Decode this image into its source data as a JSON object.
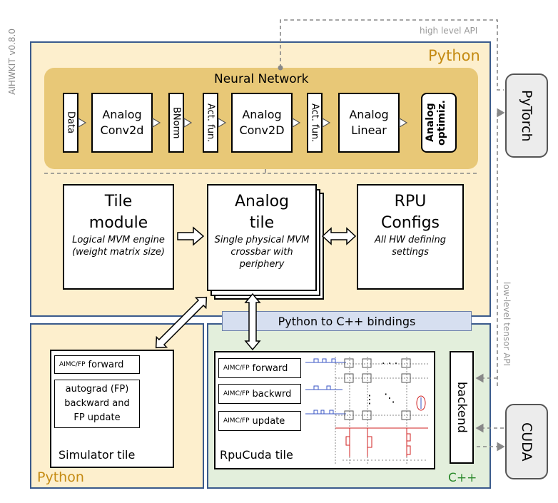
{
  "version_label": "AIHWKIT v0.8.0",
  "api": {
    "high_level": "high level API",
    "low_level": "low-level tensor API"
  },
  "external": {
    "pytorch": "PyTorch",
    "cuda": "CUDA"
  },
  "top_region": {
    "label": "Python",
    "neural_network": {
      "title": "Neural Network",
      "layers": [
        "Data",
        "Analog Conv2d",
        "BNorm",
        "Act. fun.",
        "Analog Conv2D",
        "Act. fun.",
        "Analog Linear",
        "Analog optimiz."
      ]
    },
    "tile_module": {
      "title": "Tile module",
      "desc": "Logical MVM engine (weight matrix size)"
    },
    "analog_tile": {
      "title": "Analog tile",
      "desc": "Single physical MVM crossbar with periphery"
    },
    "rpu_configs": {
      "title": "RPU Configs",
      "desc": "All HW defining settings"
    }
  },
  "bindings_label": "Python to C++ bindings",
  "sim_region": {
    "label": "Python",
    "forward": {
      "prefix": "AIMC/FP",
      "text": "forward"
    },
    "autograd": "autograd (FP) backward and FP update",
    "tile_label": "Simulator tile"
  },
  "cpp_region": {
    "label": "C++",
    "ops": [
      {
        "prefix": "AIMC/FP",
        "text": "forward"
      },
      {
        "prefix": "AIMC/FP",
        "text": "backwrd"
      },
      {
        "prefix": "AIMC/FP",
        "text": "update"
      }
    ],
    "tile_label": "RpuCuda tile",
    "backend": "backend",
    "dots_h": "· · ·",
    "dots_v": "⋮",
    "dots_d": "⋱"
  },
  "colors": {
    "python_bg": "#fdefcd",
    "cpp_bg": "#e3efdc",
    "nn_bg": "#e8c877",
    "border": "#3a5a8c",
    "bindings_bg": "#d6dff0"
  }
}
